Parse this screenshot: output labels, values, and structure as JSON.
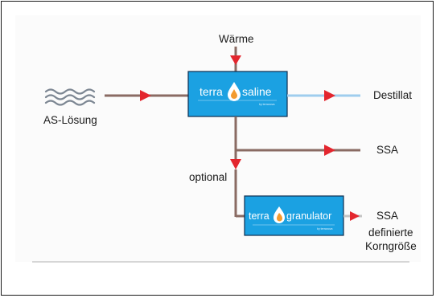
{
  "labels": {
    "heat": "Wärme",
    "input": "AS-Lösung",
    "distillate": "Destillat",
    "ssa_1": "SSA",
    "optional": "optional",
    "ssa_2": "SSA",
    "grain_size_line1": "definierte",
    "grain_size_line2": "Korngröße"
  },
  "saline_box": {
    "word_left": "terra",
    "word_right": "saline",
    "byline": "by terranova"
  },
  "granulator_box": {
    "word_left": "terra",
    "word_right": "granulator",
    "byline": "by terranova"
  },
  "colors": {
    "background": "#fbfbfb",
    "box_fill": "#1ba1e2",
    "box_edge": "#0f2f50",
    "pipe": "#8a6b63",
    "distillate_pipe": "#9fcdee",
    "arrow": "#e3262e",
    "product_pipe": "#c4c4c4",
    "divider": "#b0b0b0"
  }
}
